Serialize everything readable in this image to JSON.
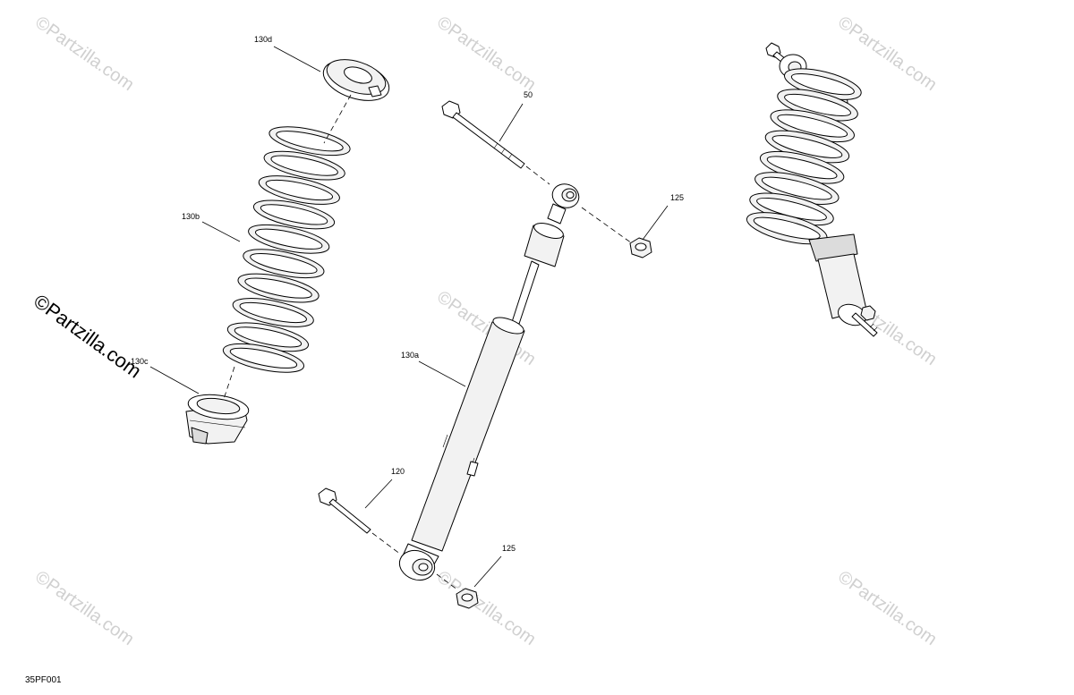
{
  "watermark": {
    "text": "©Partzilla.com",
    "main_text": "©Partzilla.com"
  },
  "callouts": {
    "c130d": "130d",
    "c130b": "130b",
    "c130c": "130c",
    "c50": "50",
    "c125_top": "125",
    "c130a": "130a",
    "c120": "120",
    "c125_bottom": "125"
  },
  "figure_id": "35PF001"
}
